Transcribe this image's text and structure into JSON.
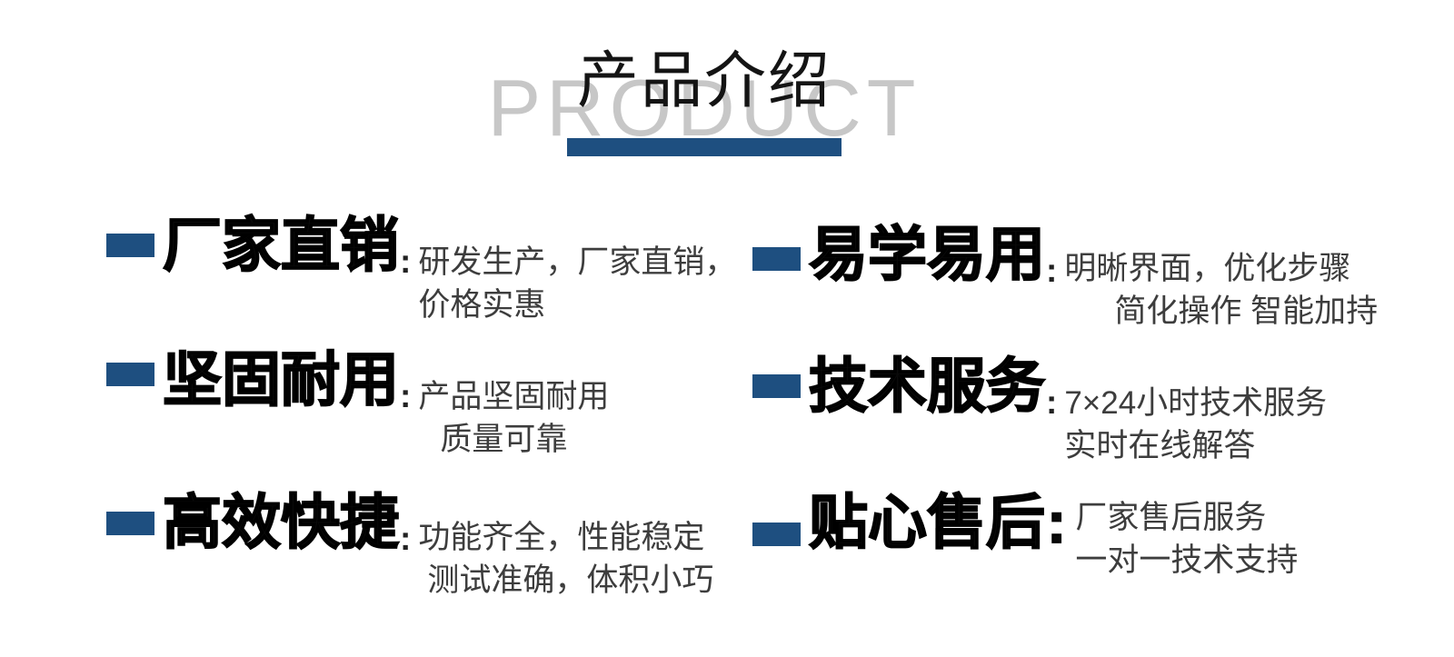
{
  "colors": {
    "accent": "#1e4f80",
    "title_en_gray": "#c7c7c7",
    "desc_text": "#3d3d3d",
    "title_text": "#0a0a0a"
  },
  "header": {
    "title_cn": "产品介绍",
    "title_en": "PRODUCT"
  },
  "features": [
    {
      "title": "厂家直销",
      "colon": ":",
      "lines": [
        "研发生产，厂家直销，",
        "价格实惠"
      ]
    },
    {
      "title": "坚固耐用",
      "colon": ":",
      "lines": [
        "产品坚固耐用",
        "质量可靠"
      ]
    },
    {
      "title": "高效快捷",
      "colon": ":",
      "lines": [
        "功能齐全，性能稳定",
        "测试准确，体积小巧"
      ]
    },
    {
      "title": "易学易用",
      "colon": ":",
      "lines": [
        "明晰界面，优化步骤",
        "简化操作 智能加持"
      ]
    },
    {
      "title": "技术服务",
      "colon": ":",
      "lines": [
        "7×24小时技术服务",
        "实时在线解答"
      ]
    },
    {
      "title": "贴心售后",
      "colon": ":",
      "lines": [
        "厂家售后服务",
        "一对一技术支持"
      ]
    }
  ]
}
